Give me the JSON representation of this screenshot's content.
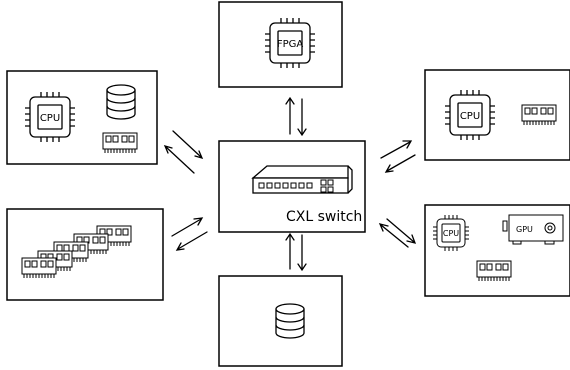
{
  "switch": {
    "label": "CXL switch"
  },
  "nodes": {
    "fpga": {
      "chip_label": "FPGA",
      "icons": [
        "fpga-chip-icon"
      ]
    },
    "host_left": {
      "chip_label": "CPU",
      "icons": [
        "cpu-chip-icon",
        "database-icon",
        "memory-module-icon"
      ]
    },
    "memory_pool": {
      "icons": [
        "memory-module-icon",
        "memory-module-icon",
        "memory-module-icon",
        "memory-module-icon",
        "memory-module-icon"
      ]
    },
    "host_right": {
      "chip_label": "CPU",
      "icons": [
        "cpu-chip-icon",
        "memory-module-icon"
      ]
    },
    "host_gpu": {
      "chip_label": "CPU",
      "gpu_label": "GPU",
      "icons": [
        "cpu-chip-icon",
        "gpu-card-icon",
        "memory-module-icon"
      ]
    },
    "storage": {
      "icons": [
        "database-icon"
      ]
    }
  },
  "colors": {
    "stroke": "#000000",
    "background": "#ffffff"
  }
}
